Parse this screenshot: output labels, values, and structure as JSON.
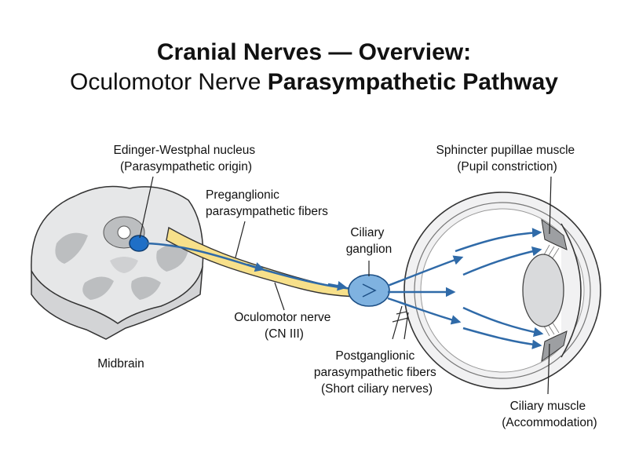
{
  "title": {
    "line1": "Cranial Nerves — Overview:",
    "line2_plain": "Oculomotor Nerve",
    "line2_bold": "Parasympathetic Pathway"
  },
  "labels": {
    "ew_nucleus": [
      "Edinger-Westphal nucleus",
      "(Parasympathetic origin)"
    ],
    "preganglionic": [
      "Preganglionic",
      "parasympathetic fibers"
    ],
    "ciliary_ganglion": [
      "Ciliary",
      "ganglion"
    ],
    "oculomotor_nerve": [
      "Oculomotor nerve",
      "(CN III)"
    ],
    "midbrain": "Midbrain",
    "postganglionic": [
      "Postganglionic",
      "parasympathetic fibers",
      "(Short ciliary nerves)"
    ],
    "sphincter": [
      "Sphincter pupillae muscle",
      "(Pupil constriction)"
    ],
    "ciliary_muscle": [
      "Ciliary muscle",
      "(Accommodation)"
    ]
  },
  "colors": {
    "nerve_yellow": "#f7e08a",
    "fiber_blue": "#2f6aa8",
    "nucleus_blue": "#1f6fc7",
    "ganglion_blue": "#7fb2e0",
    "tissue_gray": "#e6e7e8",
    "dark_gray": "#a7a9ac",
    "outline": "#333333"
  }
}
